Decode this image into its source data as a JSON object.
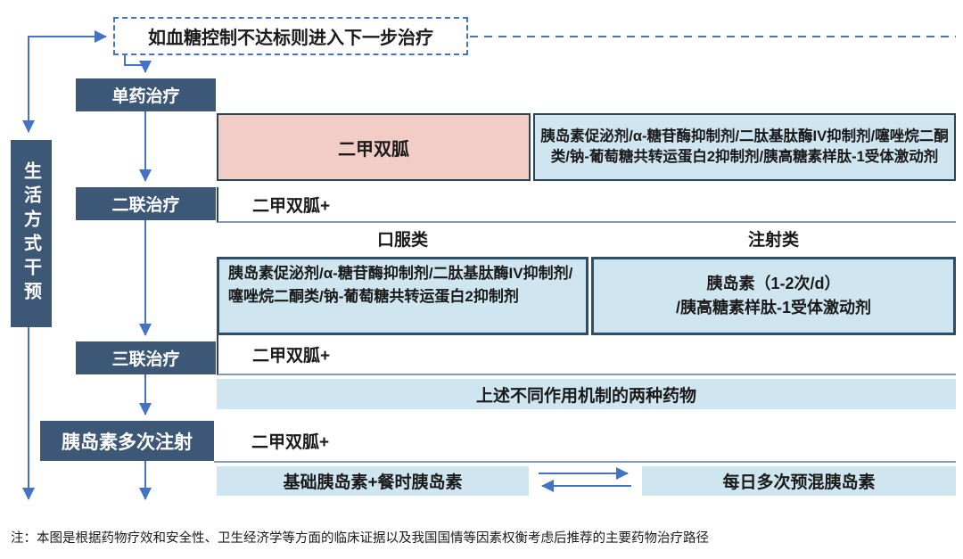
{
  "palette": {
    "stage_navy": "#3D5877",
    "connector_blue": "#4472C4",
    "metformin_pink": "#F2CDC6",
    "option_light_blue": "#CFE5F0",
    "dark_border": "#2B4355",
    "thin_rule_blue": "#7E9AC4"
  },
  "top_note": {
    "label": "如血糖控制不达标则进入下一步治疗"
  },
  "lifestyle": {
    "label": "生活方式干预"
  },
  "stages": {
    "mono": "单药治疗",
    "dual": "二联治疗",
    "triple": "三联治疗",
    "insulin": "胰岛素多次注射"
  },
  "mono_row": {
    "metformin": "二甲双胍",
    "alternatives": "胰岛素促泌剂/α-糖苷酶抑制剂/二肽基肽酶IV抑制剂/噻唑烷二酮类/钠-葡萄糖共转运蛋白2抑制剂/胰高糖素样肽-1受体激动剂"
  },
  "dual_row": {
    "base": "二甲双胍+",
    "oral_header": "口服类",
    "injection_header": "注射类",
    "oral_options": "胰岛素促泌剂/α-糖苷酶抑制剂/二肽基肽酶IV抑制剂/噻唑烷二酮类/钠-葡萄糖共转运蛋白2抑制剂",
    "injection_line1": "胰岛素（1-2次/d）",
    "injection_line2": "/胰高糖素样肽-1受体激动剂"
  },
  "triple_row": {
    "base": "二甲双胍+",
    "option": "上述不同作用机制的两种药物"
  },
  "insulin_row": {
    "base": "二甲双胍+",
    "basal": "基础胰岛素+餐时胰岛素",
    "premix": "每日多次预混胰岛素"
  },
  "footnote": "注：本图是根据药物疗效和安全性、卫生经济学等方面的临床证据以及我国国情等因素权衡考虑后推荐的主要药物治疗路径"
}
